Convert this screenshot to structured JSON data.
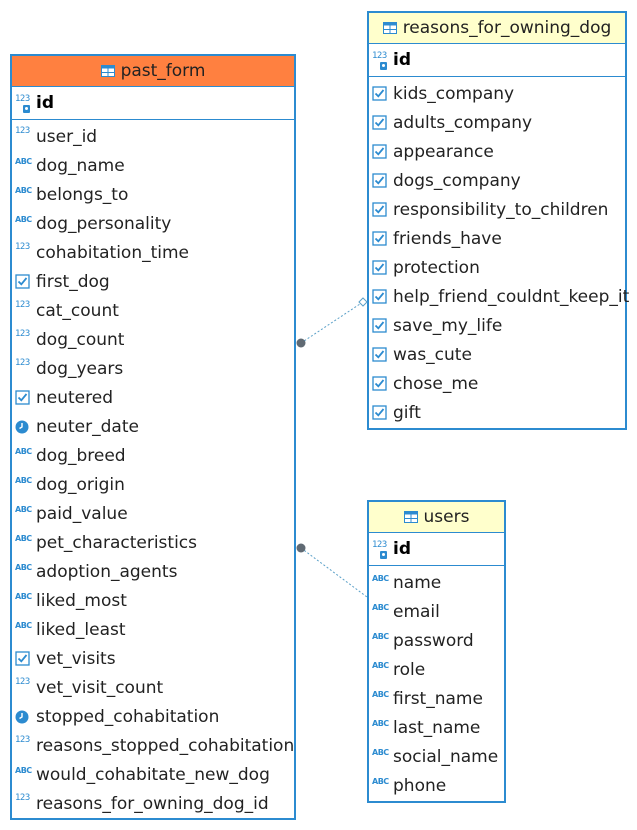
{
  "tables": {
    "past_form": {
      "title": "past_form",
      "pk": {
        "name": "id",
        "type": "pk"
      },
      "columns": [
        {
          "name": "user_id",
          "type": "num"
        },
        {
          "name": "dog_name",
          "type": "abc"
        },
        {
          "name": "belongs_to",
          "type": "abc"
        },
        {
          "name": "dog_personality",
          "type": "abc"
        },
        {
          "name": "cohabitation_time",
          "type": "num"
        },
        {
          "name": "first_dog",
          "type": "bool"
        },
        {
          "name": "cat_count",
          "type": "num"
        },
        {
          "name": "dog_count",
          "type": "num"
        },
        {
          "name": "dog_years",
          "type": "num"
        },
        {
          "name": "neutered",
          "type": "bool"
        },
        {
          "name": "neuter_date",
          "type": "date"
        },
        {
          "name": "dog_breed",
          "type": "abc"
        },
        {
          "name": "dog_origin",
          "type": "abc"
        },
        {
          "name": "paid_value",
          "type": "abc"
        },
        {
          "name": "pet_characteristics",
          "type": "abc"
        },
        {
          "name": "adoption_agents",
          "type": "abc"
        },
        {
          "name": "liked_most",
          "type": "abc"
        },
        {
          "name": "liked_least",
          "type": "abc"
        },
        {
          "name": "vet_visits",
          "type": "bool"
        },
        {
          "name": "vet_visit_count",
          "type": "num"
        },
        {
          "name": "stopped_cohabitation",
          "type": "date"
        },
        {
          "name": "reasons_stopped_cohabitation",
          "type": "num"
        },
        {
          "name": "would_cohabitate_new_dog",
          "type": "abc"
        },
        {
          "name": "reasons_for_owning_dog_id",
          "type": "num"
        }
      ]
    },
    "reasons_for_owning_dog": {
      "title": "reasons_for_owning_dog",
      "pk": {
        "name": "id",
        "type": "pk"
      },
      "columns": [
        {
          "name": "kids_company",
          "type": "bool"
        },
        {
          "name": "adults_company",
          "type": "bool"
        },
        {
          "name": "appearance",
          "type": "bool"
        },
        {
          "name": "dogs_company",
          "type": "bool"
        },
        {
          "name": "responsibility_to_children",
          "type": "bool"
        },
        {
          "name": "friends_have",
          "type": "bool"
        },
        {
          "name": "protection",
          "type": "bool"
        },
        {
          "name": "help_friend_couldnt_keep_it",
          "type": "bool"
        },
        {
          "name": "save_my_life",
          "type": "bool"
        },
        {
          "name": "was_cute",
          "type": "bool"
        },
        {
          "name": "chose_me",
          "type": "bool"
        },
        {
          "name": "gift",
          "type": "bool"
        }
      ]
    },
    "users": {
      "title": "users",
      "pk": {
        "name": "id",
        "type": "pk"
      },
      "columns": [
        {
          "name": "name",
          "type": "abc"
        },
        {
          "name": "email",
          "type": "abc"
        },
        {
          "name": "password",
          "type": "abc"
        },
        {
          "name": "role",
          "type": "abc"
        },
        {
          "name": "first_name",
          "type": "abc"
        },
        {
          "name": "last_name",
          "type": "abc"
        },
        {
          "name": "social_name",
          "type": "abc"
        },
        {
          "name": "phone",
          "type": "abc"
        }
      ]
    }
  },
  "type_icons": {
    "num": "123",
    "abc": "ABC",
    "bool": "checkbox-icon",
    "date": "clock-icon",
    "pk": "primary-key-icon",
    "table": "table-icon"
  },
  "colors": {
    "border": "#2c8bd0",
    "icon": "#2c8bd0",
    "header_selected": "#ff8040",
    "header_default": "#ffffcc",
    "link": "#5aa0c8",
    "endpoint": "#606a73"
  }
}
